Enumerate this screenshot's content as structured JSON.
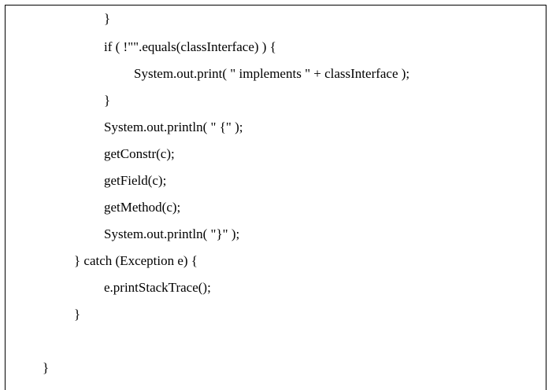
{
  "code": {
    "lines": [
      "}",
      "if ( !\"\".equals(classInterface) ) {",
      "System.out.print( \" implements \" + classInterface );",
      "}",
      "System.out.println( \" {\" );",
      "getConstr(c);",
      "getField(c);",
      "getMethod(c);",
      "System.out.println( \"}\" );",
      "} catch (Exception e) {",
      "e.printStackTrace();",
      "}",
      "}"
    ]
  }
}
